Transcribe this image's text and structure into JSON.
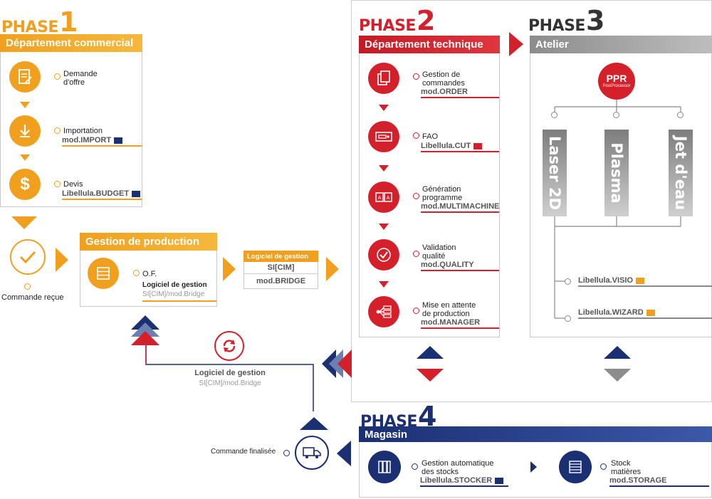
{
  "phase1": {
    "word": "PHASE",
    "num": "1",
    "header": "Département commercial",
    "steps": [
      {
        "l1": "Demande",
        "l2": "d'offre",
        "mod": ""
      },
      {
        "l1": "Importation",
        "l2": "",
        "mod": "mod.IMPORT"
      },
      {
        "l1": "Devis",
        "l2": "",
        "mod": "Libellula.BUDGET"
      }
    ],
    "received": "Commande reçue"
  },
  "production": {
    "header": "Gestion de production",
    "of": "O.F.",
    "software": "Logiciel de gestion",
    "software_sub": "SI[CIM]/mod.Bridge"
  },
  "software_box": {
    "header": "Logiciel de gestion",
    "row1": "SI[CIM]",
    "row2": "mod.BRIDGE"
  },
  "phase2": {
    "word": "PHASE",
    "num": "2",
    "header": "Département technique",
    "steps": [
      {
        "l1": "Gestion de",
        "l2": "commandes",
        "mod": "mod.ORDER"
      },
      {
        "l1": "FAO",
        "l2": "",
        "mod": "Libellula.CUT"
      },
      {
        "l1": "Génération",
        "l2": "programme",
        "mod": "mod.MULTIMACHINE"
      },
      {
        "l1": "Validation",
        "l2": "qualité",
        "mod": "mod.QUALITY"
      },
      {
        "l1": "Mise en attente",
        "l2": "de production",
        "mod": "mod.MANAGER"
      }
    ]
  },
  "phase3": {
    "word": "PHASE",
    "num": "3",
    "header": "Atelier",
    "ppr": "PPR",
    "ppr_sub": "PostProcessor",
    "machines": [
      "Laser 2D",
      "Plasma",
      "Jet d'eau"
    ],
    "visio": "Libellula.VISIO",
    "wizard": "Libellula.WIZARD"
  },
  "sync": {
    "label": "Logiciel de gestion",
    "sub": "SI[CIM]/mod.Bridge"
  },
  "phase4": {
    "word": "PHASE",
    "num": "4",
    "header": "Magasin",
    "steps": [
      {
        "l1": "Gestion automatique",
        "l2": "des stocks",
        "mod": "Libellula.STOCKER"
      },
      {
        "l1": "Stock",
        "l2": "matières",
        "mod": "mod.STORAGE"
      }
    ],
    "final": "Commande finalisée"
  },
  "colors": {
    "orange": "#f0a01e",
    "red": "#d3202a",
    "navy": "#1b2f73",
    "grey": "#8c8c8c"
  }
}
